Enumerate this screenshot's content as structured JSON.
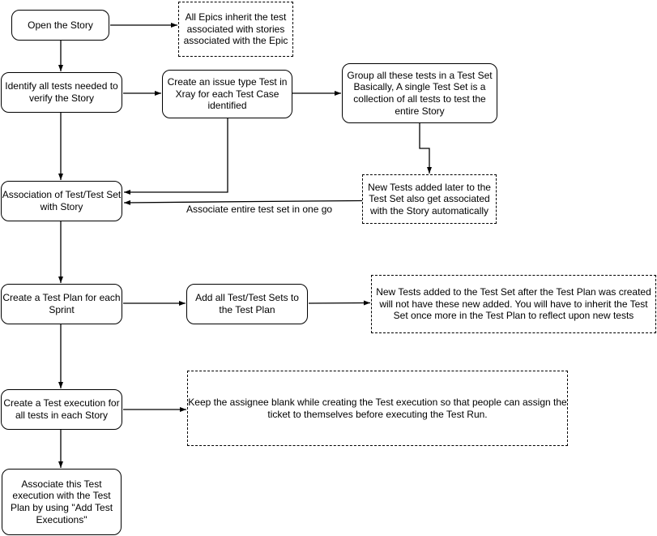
{
  "diagram": {
    "background_color": "#ffffff",
    "stroke_color": "#000000",
    "nodes": {
      "open_story": {
        "label": "Open the Story"
      },
      "epics_note": {
        "label": "All Epics inherit the test\nassociated with stories\nassociated with the Epic"
      },
      "identify_tests": {
        "label": "Identify all tests needed to\nverify the Story"
      },
      "create_issue_test": {
        "label": "Create an issue type Test in\nXray for each Test Case\nidentified"
      },
      "group_tests": {
        "label": "Group all these tests in a Test Set\nBasically, A single Test Set is a\ncollection of all tests to test the\nentire Story"
      },
      "association": {
        "label": "Association of Test/Test Set\nwith Story"
      },
      "new_tests_note": {
        "label": "New Tests added later to the\nTest Set also get associated\nwith the Story automatically"
      },
      "test_plan": {
        "label": "Create a Test Plan for each\nSprint"
      },
      "add_tests_to_plan": {
        "label": "Add all Test/Test Sets to\nthe Test Plan"
      },
      "plan_inherit_note": {
        "label": "New Tests added to the Test Set after the Test Plan was created\nwill not have these new added. You will have to inherit the Test\nSet once more in the Test Plan to reflect upon new tests"
      },
      "test_execution": {
        "label": "Create a Test execution for\nall tests in each Story"
      },
      "assignee_note": {
        "label": "Keep the assignee blank while creating the Test execution so that people can assign the\nticket to themselves before executing the Test Run."
      },
      "associate_execution": {
        "label": "Associate this Test\nexecution with the Test\nPlan by using \"Add Test\nExecutions\""
      }
    },
    "edge_labels": {
      "associate_entire_set": "Associate entire test set in one go"
    }
  }
}
